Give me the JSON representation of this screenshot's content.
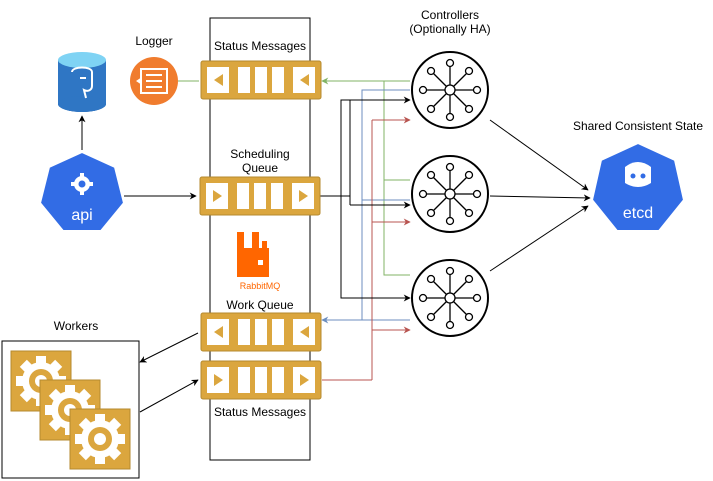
{
  "labels": {
    "logger": "Logger",
    "controllers_line1": "Controllers",
    "controllers_line2": "(Optionally HA)",
    "shared_state": "Shared Consistent State",
    "status_messages_top": "Status Messages",
    "scheduling_line1": "Scheduling",
    "scheduling_line2": "Queue",
    "work_queue": "Work Queue",
    "status_messages_bottom": "Status Messages",
    "workers": "Workers",
    "api": "api",
    "etcd": "etcd",
    "rabbitmq": "RabbitMQ"
  },
  "colors": {
    "queue_fill": "#dba63e",
    "queue_stroke": "#b58a2f",
    "k8s_blue": "#326ce5",
    "logger_orange": "#f07c2e",
    "db_blue": "#2f76c4",
    "rabbit_orange": "#ff6600",
    "edge_green": "#82b366",
    "edge_blue": "#6c8ebf",
    "edge_red": "#b85450",
    "edge_black": "#000000"
  },
  "icons": {
    "database": "postgres-database-icon",
    "logger": "logger-icon",
    "api": "kubernetes-api-icon",
    "etcd": "etcd-icon",
    "rabbitmq": "rabbitmq-logo",
    "controller": "controller-hub-icon",
    "worker": "gear-icon"
  }
}
